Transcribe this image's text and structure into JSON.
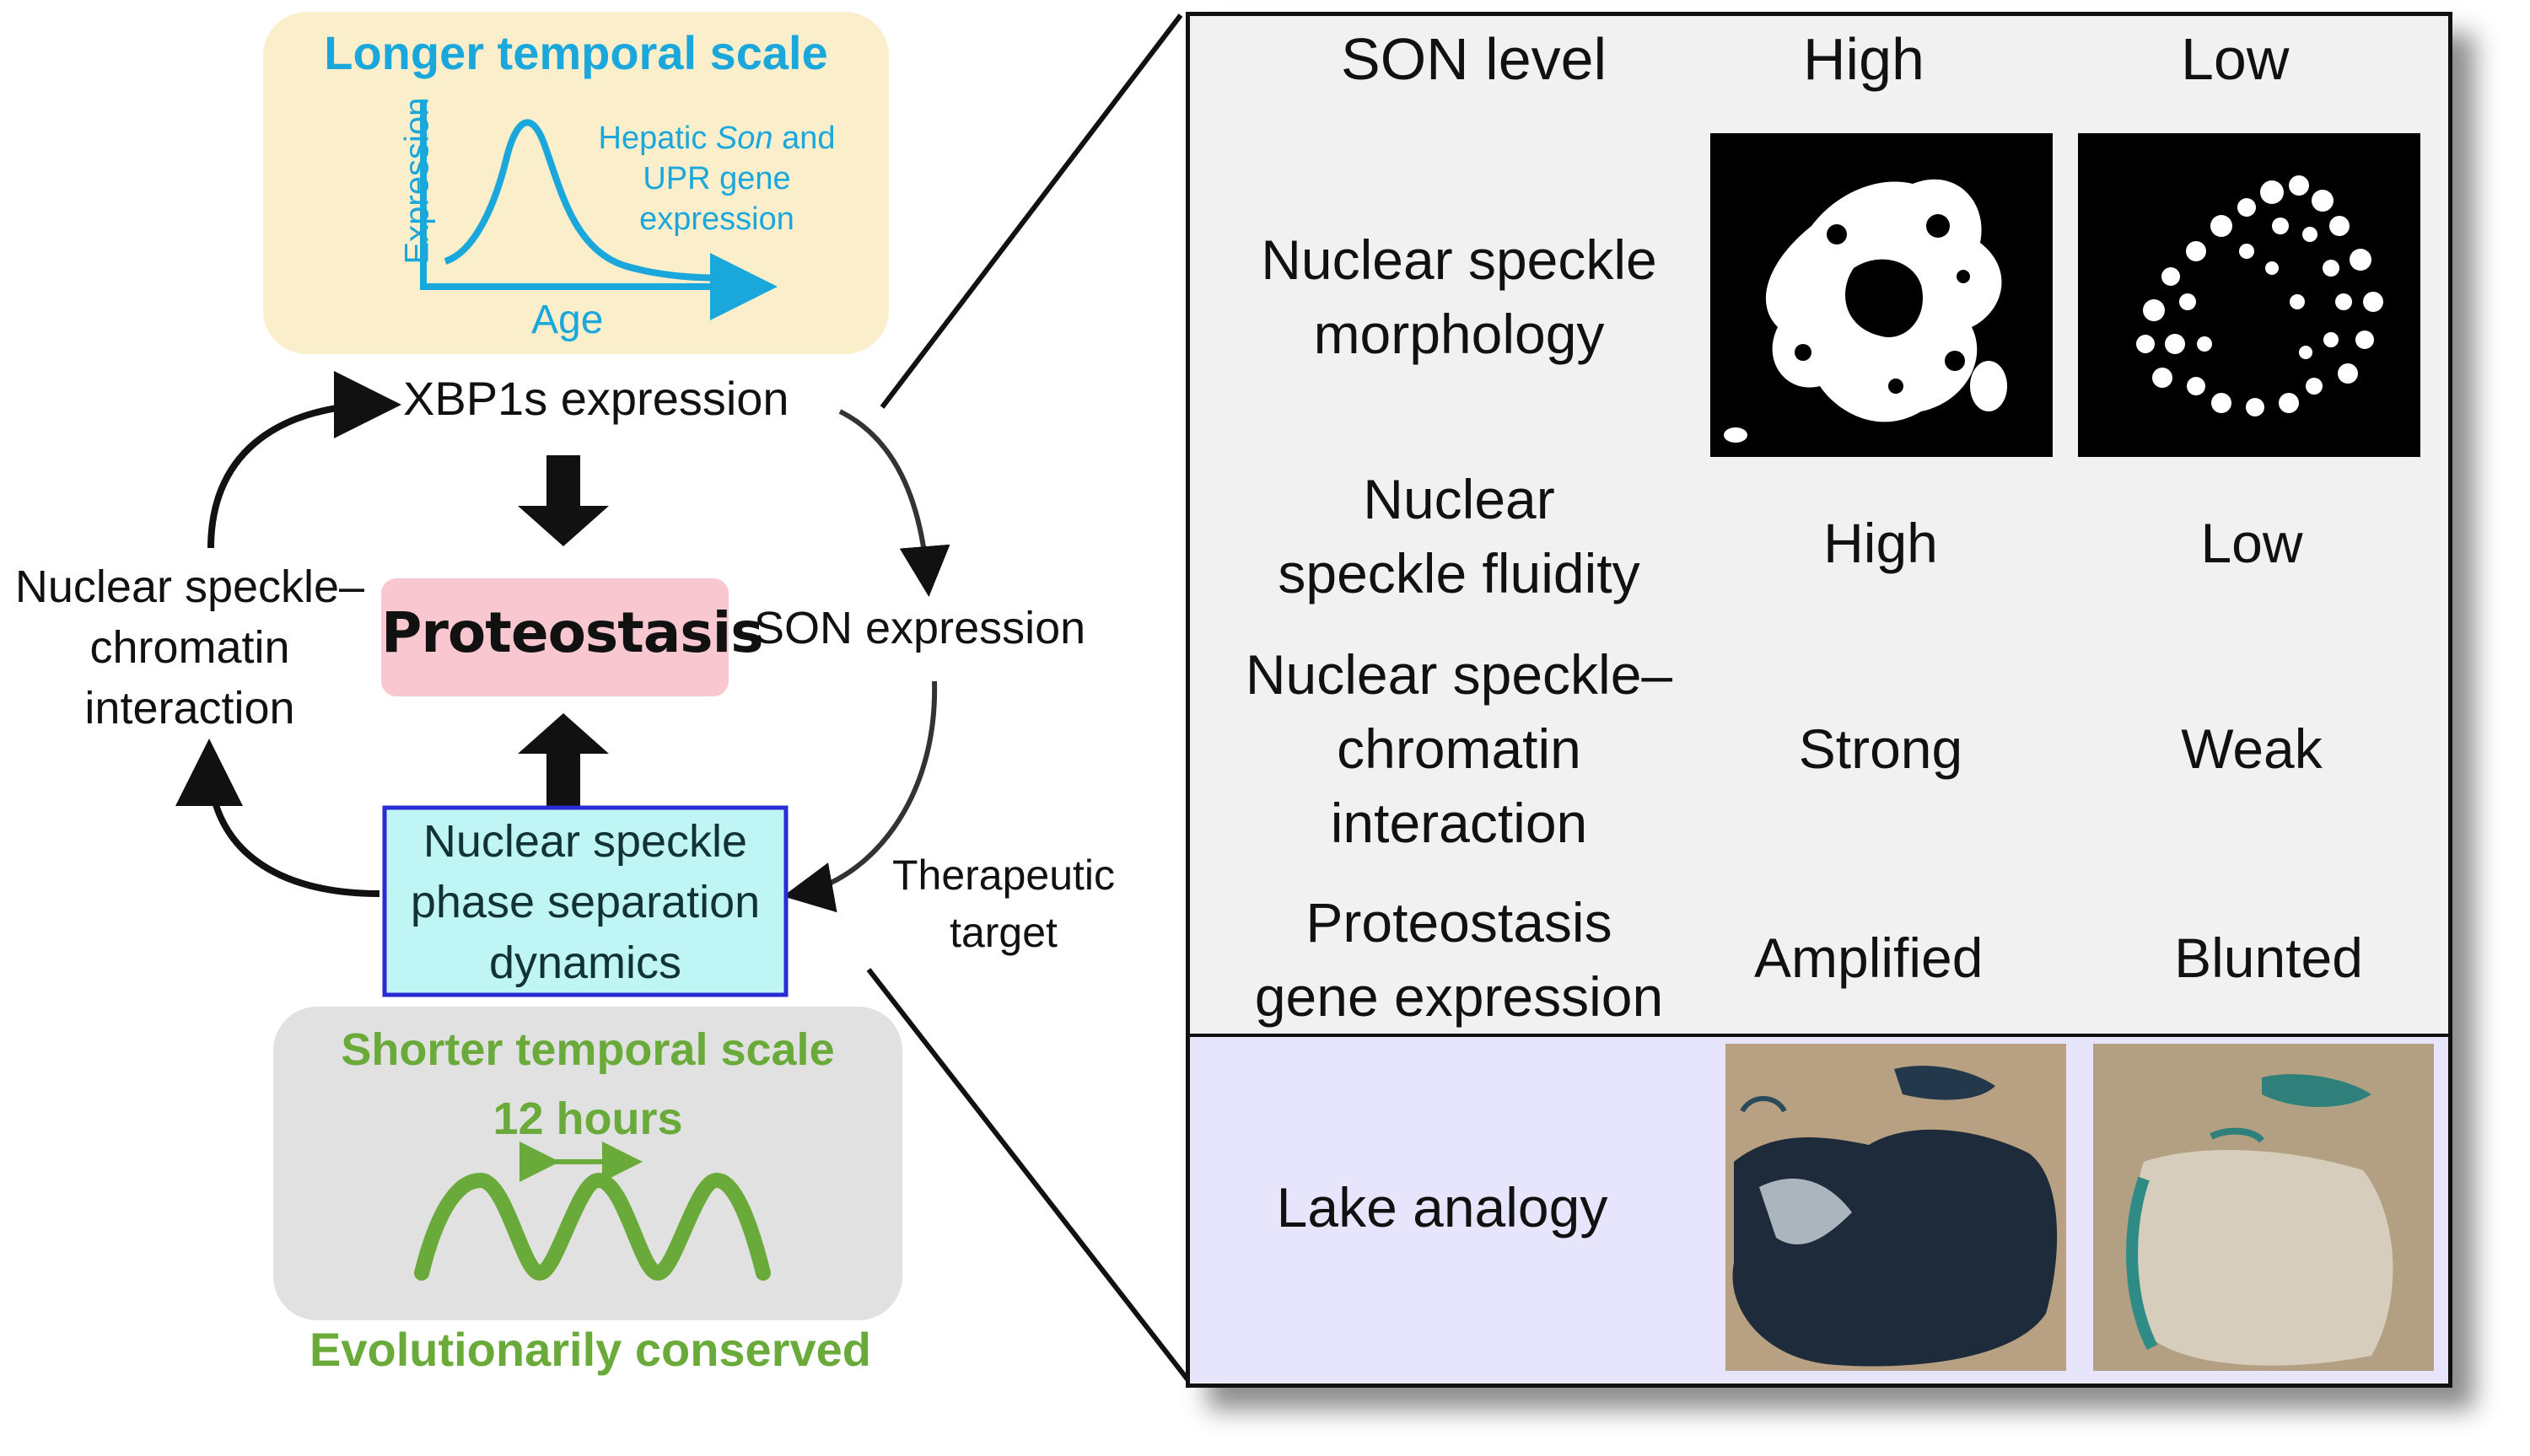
{
  "left": {
    "top_box": {
      "title": "Longer temporal scale",
      "y_axis": "Expression",
      "x_axis": "Age",
      "annotation_lines": [
        "Hepatic ",
        "Son",
        " and",
        "UPR gene",
        "expression"
      ],
      "color": "#1aa8dc",
      "bg": "#fbeecb"
    },
    "xbp1s_label": "XBP1s expression",
    "proteostasis_label": "Proteostasis",
    "proteostasis_bg": "#f8c7cf",
    "son_expression_label": "SON expression",
    "left_loop_label": [
      "Nuclear speckle–",
      "chromatin",
      "interaction"
    ],
    "phase_box_label": [
      "Nuclear speckle",
      "phase separation",
      "dynamics"
    ],
    "phase_box_bg": "#bff5f5",
    "phase_box_border": "#2b2bd6",
    "therapeutic_label": [
      "Therapeutic",
      "target"
    ],
    "bottom_box": {
      "title": "Shorter temporal scale",
      "period": "12 hours",
      "footer": "Evolutionarily conserved",
      "color": "#6aaa3a",
      "bg": "#e1e1e1"
    }
  },
  "table": {
    "columns": [
      "SON level",
      "High",
      "Low"
    ],
    "rows": [
      {
        "label": [
          "Nuclear speckle",
          "morphology"
        ],
        "high": "",
        "low": "",
        "kind": "image-speckle"
      },
      {
        "label": [
          "Nuclear",
          "speckle fluidity"
        ],
        "high": "High",
        "low": "Low"
      },
      {
        "label": [
          "Nuclear speckle–",
          "chromatin",
          "interaction"
        ],
        "high": "Strong",
        "low": "Weak"
      },
      {
        "label": [
          "Proteostasis",
          "gene expression"
        ],
        "high": "Amplified",
        "low": "Blunted"
      }
    ],
    "lake_row": {
      "label": "Lake analogy",
      "bg": "#e6e5fb"
    },
    "panel_bg": "#f1f1f1"
  }
}
